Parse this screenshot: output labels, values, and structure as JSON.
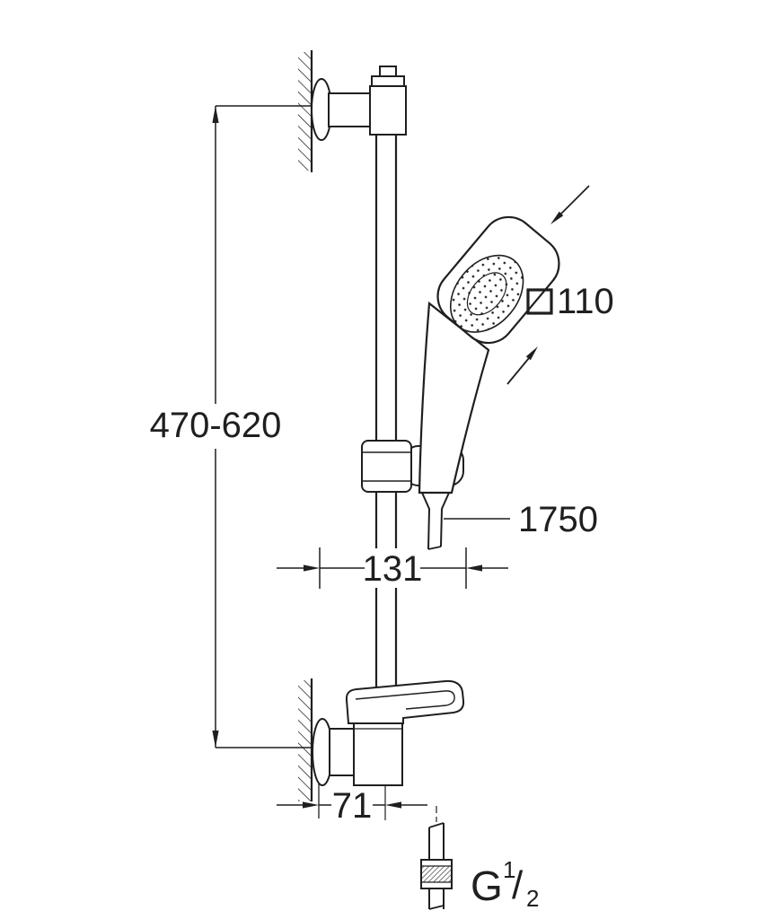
{
  "drawing": {
    "kind": "technical dimensional drawing",
    "product": "shower rail set with hand shower and hose",
    "background_color": "#ffffff",
    "line_color": "#1f1f1f"
  },
  "dimensions": {
    "rail_height": {
      "label": "470-620"
    },
    "head_width": {
      "label": "110",
      "symbol": "square"
    },
    "hose_length": {
      "label": "1750"
    },
    "upper_offset": {
      "label": "131"
    },
    "lower_offset": {
      "label": "71"
    },
    "thread": {
      "prefix": "G",
      "numerator": "1",
      "slash": "/",
      "denominator": "2"
    }
  }
}
